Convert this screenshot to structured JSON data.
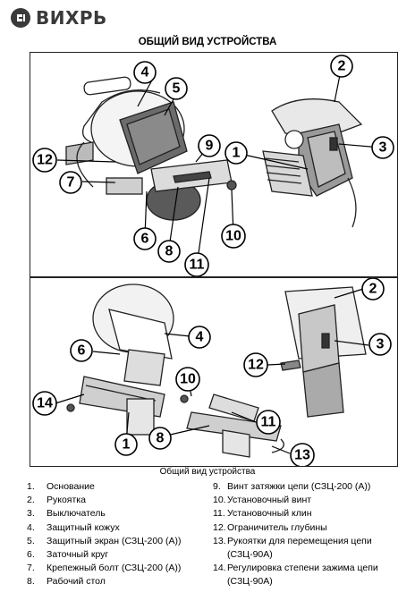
{
  "brand": {
    "name": "ВИХРЬ"
  },
  "title": "ОБЩИЙ ВИД УСТРОЙСТВА",
  "caption": "Общий вид устройства",
  "panels": [
    {
      "callouts": [
        "1",
        "2",
        "3",
        "4",
        "5",
        "6",
        "7",
        "8",
        "9",
        "10",
        "11",
        "12"
      ]
    },
    {
      "callouts": [
        "1",
        "2",
        "3",
        "4",
        "6",
        "8",
        "10",
        "11",
        "12",
        "13",
        "14"
      ]
    }
  ],
  "legend_left": [
    {
      "num": "1.",
      "text": "Основание"
    },
    {
      "num": "2.",
      "text": "Рукоятка"
    },
    {
      "num": "3.",
      "text": "Выключатель"
    },
    {
      "num": "4.",
      "text": "Защитный кожух"
    },
    {
      "num": "5.",
      "text": "Защитный экран (СЗЦ-200 (А))"
    },
    {
      "num": "6.",
      "text": "Заточный круг"
    },
    {
      "num": "7.",
      "text": "Крепежный болт (СЗЦ-200 (А))"
    },
    {
      "num": "8.",
      "text": "Рабочий стол"
    }
  ],
  "legend_right": [
    {
      "num": "9.",
      "text": "Винт затяжки цепи (СЗЦ-200 (А))"
    },
    {
      "num": "10.",
      "text": "Установочный винт"
    },
    {
      "num": "11.",
      "text": "Установочный клин"
    },
    {
      "num": "12.",
      "text": "Ограничитель глубины"
    },
    {
      "num": "13.",
      "text": "Рукоятки для перемещения цепи"
    },
    {
      "num": "",
      "text": "(СЗЦ-90А)"
    },
    {
      "num": "14.",
      "text": "Регулировка степени зажима цепи"
    },
    {
      "num": "",
      "text": "(СЗЦ-90А)"
    }
  ]
}
